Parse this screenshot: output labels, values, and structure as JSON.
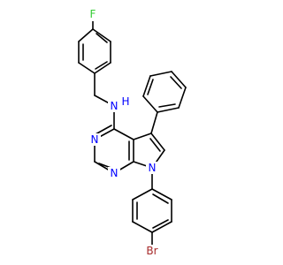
{
  "atom_labels": {
    "F": "F",
    "NH_N": "N",
    "NH_H": "H",
    "N_ring_top": "N",
    "N_ring_bottom": "N",
    "N_pyrrole": "N",
    "Br": "Br"
  },
  "colors": {
    "bond": "#000000",
    "carbon_label": "#000000",
    "nitrogen": "#0000FF",
    "fluorine": "#33CC33",
    "bromine": "#A62929"
  }
}
